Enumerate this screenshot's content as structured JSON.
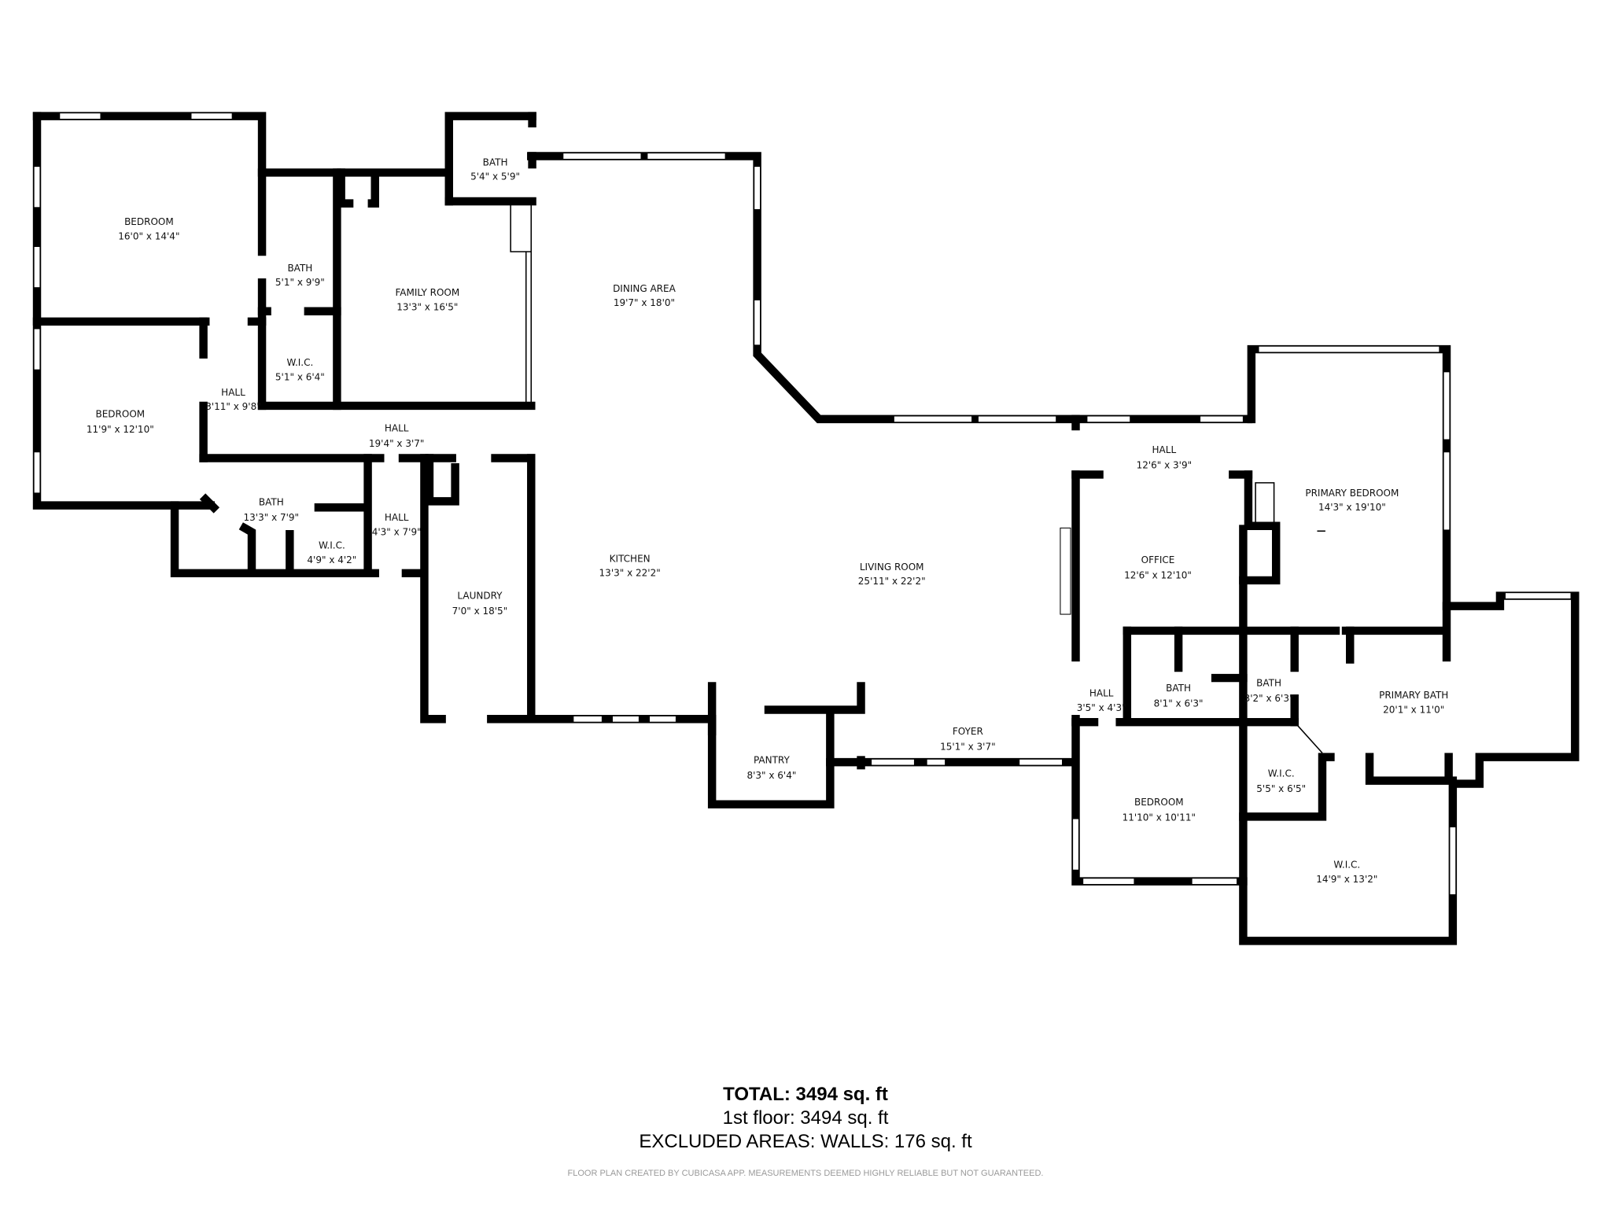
{
  "rooms": [
    {
      "name": "BEDROOM",
      "dims": "16'0\" x 14'4\""
    },
    {
      "name": "BEDROOM",
      "dims": "11'9\" x 12'10\""
    },
    {
      "name": "BATH",
      "dims": "5'1\" x 9'9\""
    },
    {
      "name": "W.I.C.",
      "dims": "5'1\" x 6'4\""
    },
    {
      "name": "HALL",
      "dims": "3'11\" x 9'8\""
    },
    {
      "name": "FAMILY ROOM",
      "dims": "13'3\" x 16'5\""
    },
    {
      "name": "BATH",
      "dims": "5'4\" x 5'9\""
    },
    {
      "name": "HALL",
      "dims": "19'4\" x 3'7\""
    },
    {
      "name": "BATH",
      "dims": "13'3\" x 7'9\""
    },
    {
      "name": "W.I.C.",
      "dims": "4'9\" x 4'2\""
    },
    {
      "name": "HALL",
      "dims": "4'3\" x 7'9\""
    },
    {
      "name": "LAUNDRY",
      "dims": "7'0\" x 18'5\""
    },
    {
      "name": "DINING AREA",
      "dims": "19'7\" x 18'0\""
    },
    {
      "name": "KITCHEN",
      "dims": "13'3\" x 22'2\""
    },
    {
      "name": "LIVING ROOM",
      "dims": "25'11\" x 22'2\""
    },
    {
      "name": "PANTRY",
      "dims": "8'3\" x 6'4\""
    },
    {
      "name": "FOYER",
      "dims": "15'1\" x 3'7\""
    },
    {
      "name": "HALL",
      "dims": "12'6\" x 3'9\""
    },
    {
      "name": "OFFICE",
      "dims": "12'6\" x 12'10\""
    },
    {
      "name": "PRIMARY BEDROOM",
      "dims": "14'3\" x 19'10\""
    },
    {
      "name": "HALL",
      "dims": "3'5\" x 4'3\""
    },
    {
      "name": "BATH",
      "dims": "8'1\" x 6'3\""
    },
    {
      "name": "BATH",
      "dims": "3'2\" x 6'3\""
    },
    {
      "name": "PRIMARY BATH",
      "dims": "20'1\" x 11'0\""
    },
    {
      "name": "W.I.C.",
      "dims": "5'5\" x 6'5\""
    },
    {
      "name": "BEDROOM",
      "dims": "11'10\" x 10'11\""
    },
    {
      "name": "W.I.C.",
      "dims": "14'9\" x 13'2\""
    }
  ],
  "summary": {
    "total": "TOTAL: 3494 sq. ft",
    "floor1": "1st floor: 3494 sq. ft",
    "excluded": "EXCLUDED AREAS: WALLS: 176 sq. ft",
    "credit": "FLOOR PLAN CREATED BY CUBICASA APP. MEASUREMENTS DEEMED HIGHLY RELIABLE BUT NOT GUARANTEED."
  },
  "colors": {
    "walls": "#000000",
    "background": "#ffffff",
    "credit_text": "#9a9a9a"
  }
}
